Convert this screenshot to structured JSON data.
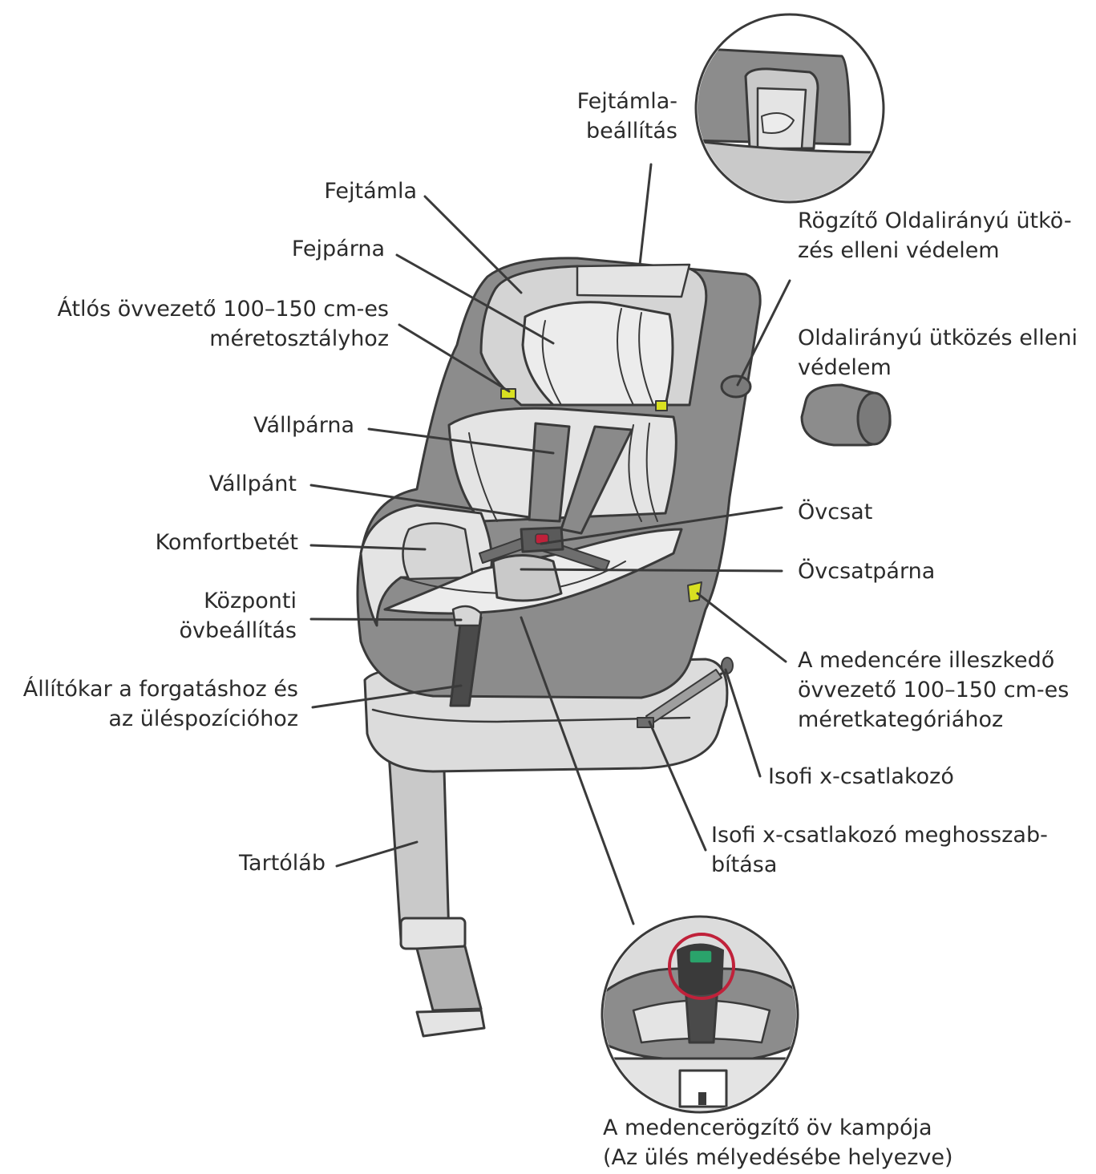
{
  "colors": {
    "outline": "#3a3a3a",
    "shell_dark": "#8c8c8c",
    "padding_mid": "#c9c9c9",
    "padding_light": "#e4e4e4",
    "strap": "#7a7a7a",
    "accent_yellow": "#d9e021",
    "accent_green": "#2aa36b",
    "highlight_red": "#c0213a"
  },
  "labels": {
    "headrest_adjust": [
      "Fejtámla-",
      "beállítás"
    ],
    "headrest": "Fejtámla",
    "head_pillow": "Fejpárna",
    "diagonal_guide": [
      "Átlós övvezető 100–150 cm-es",
      "méretosztályhoz"
    ],
    "shoulder_pad": "Vállpárna",
    "shoulder_strap": "Vállpánt",
    "comfort_insert": "Komfortbetét",
    "central_adjust": [
      "Központi",
      "övbeállítás"
    ],
    "rotation_lever": [
      "Állítókar a forgatáshoz és",
      "az üléspozícióhoz"
    ],
    "support_leg": "Tartóláb",
    "fixing_side_protection": [
      "Rögzítő Oldalirányú ütkö-",
      "zés elleni védelem"
    ],
    "side_protection": [
      "Oldalirányú ütközés elleni",
      "védelem"
    ],
    "buckle": "Övcsat",
    "buckle_pad": "Övcsatpárna",
    "lap_guide": [
      "A medencére illeszkedő",
      "övvezető 100–150 cm-es",
      "méretkategóriához"
    ],
    "isofix": "Isofi x-csatlakozó",
    "isofix_extension": [
      "Isofi x-csatlakozó meghosszab-",
      "bítása"
    ],
    "lap_hook": [
      "A medencerögzítő öv kampója",
      "(Az ülés mélyedésébe helyezve)"
    ]
  }
}
